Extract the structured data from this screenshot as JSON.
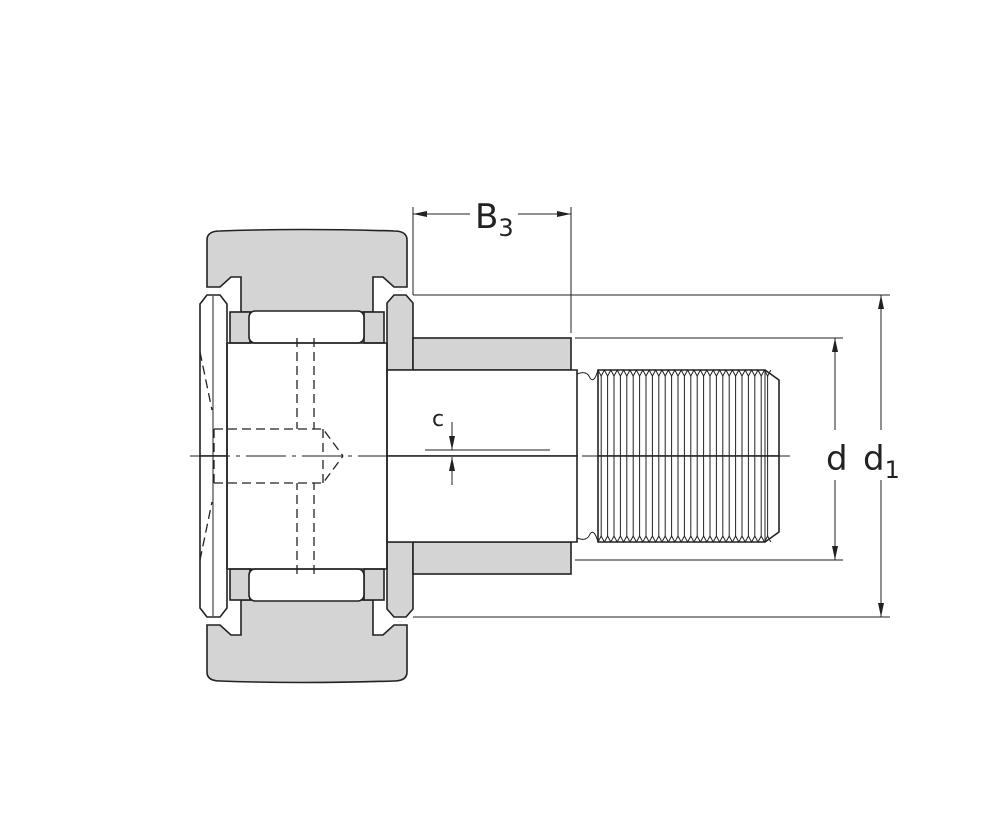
{
  "labels": {
    "b3": "B",
    "b3_sub": "3",
    "c": "c",
    "d": "d",
    "d1": "d",
    "d1_sub": "1"
  },
  "colors": {
    "section_fill": "#d4d4d4",
    "line": "#222222"
  }
}
